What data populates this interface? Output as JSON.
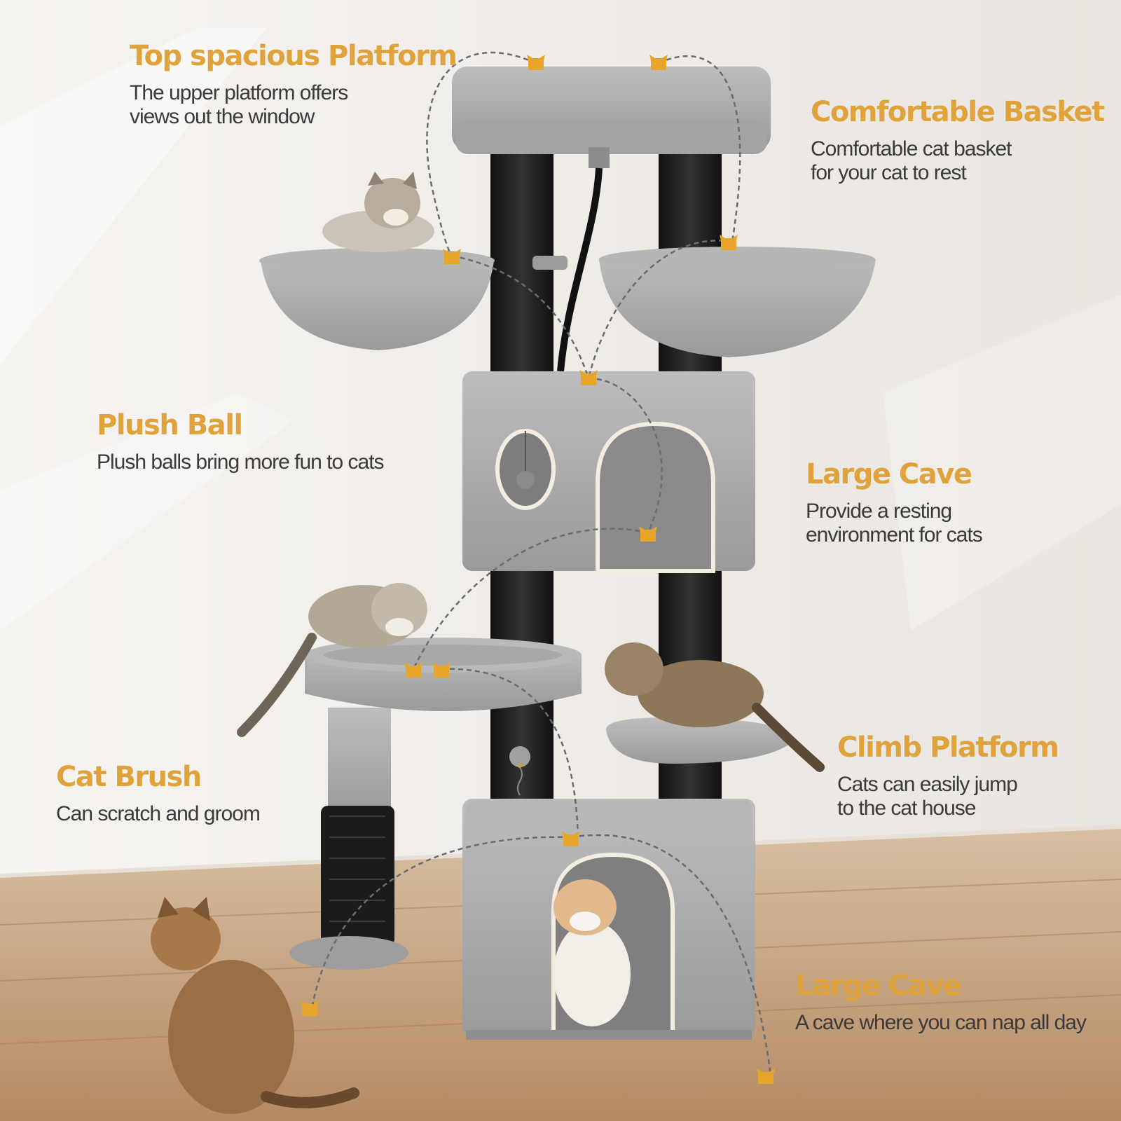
{
  "colors": {
    "accent": "#e0a23a",
    "text": "#3a3a3a",
    "fur": "#a9a9a9",
    "sisal_post": "#1f1f1f",
    "floor": "#c9a988"
  },
  "features": [
    {
      "title": "Top spacious Platform",
      "lines": [
        "The upper platform offers",
        "views out the window"
      ]
    },
    {
      "title": "Comfortable Basket",
      "lines": [
        "Comfortable cat basket",
        "for your cat to rest"
      ]
    },
    {
      "title": "Plush Ball",
      "lines": [
        "Plush balls bring more fun to cats"
      ]
    },
    {
      "title": "Large Cave",
      "lines": [
        "Provide a resting",
        "environment for cats"
      ]
    },
    {
      "title": "Cat Brush",
      "lines": [
        "Can scratch and groom"
      ]
    },
    {
      "title": "Climb Platform",
      "lines": [
        "Cats can easily jump",
        "to the cat house"
      ]
    },
    {
      "title": "Large Cave",
      "lines": [
        "A cave where you can nap all day"
      ]
    }
  ],
  "icons": {
    "marker": "cat-head-icon"
  }
}
